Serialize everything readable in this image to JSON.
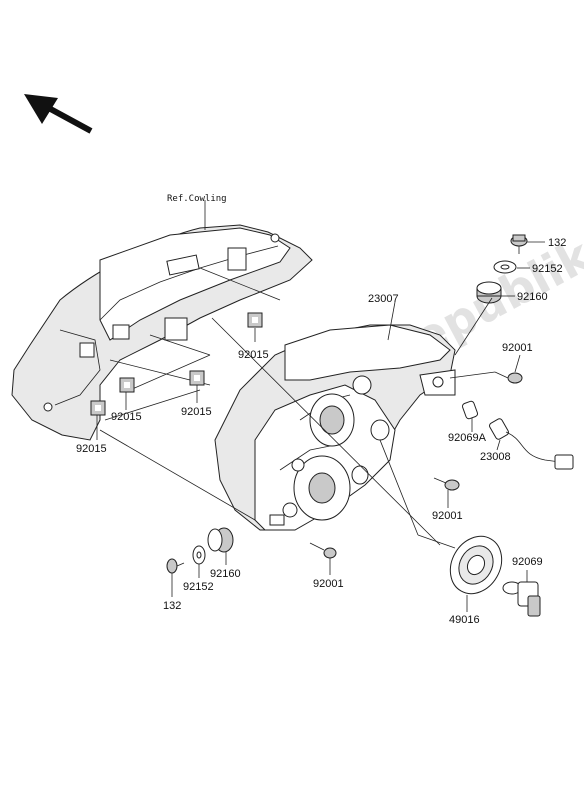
{
  "watermark": "PartsRepublik",
  "ref_label": "Ref.Cowling",
  "labels": {
    "p132_top": "132",
    "p92152_top": "92152",
    "p92160_top": "92160",
    "p23007": "23007",
    "p92001_top": "92001",
    "p92069a": "92069A",
    "p23008": "23008",
    "p92001_mid": "92001",
    "p92015_a": "92015",
    "p92015_b": "92015",
    "p92015_c": "92015",
    "p92015_d": "92015",
    "p92069": "92069",
    "p49016": "49016",
    "p92001_bot": "92001",
    "p92160_bot": "92160",
    "p92152_bot": "92152",
    "p132_bot": "132"
  }
}
